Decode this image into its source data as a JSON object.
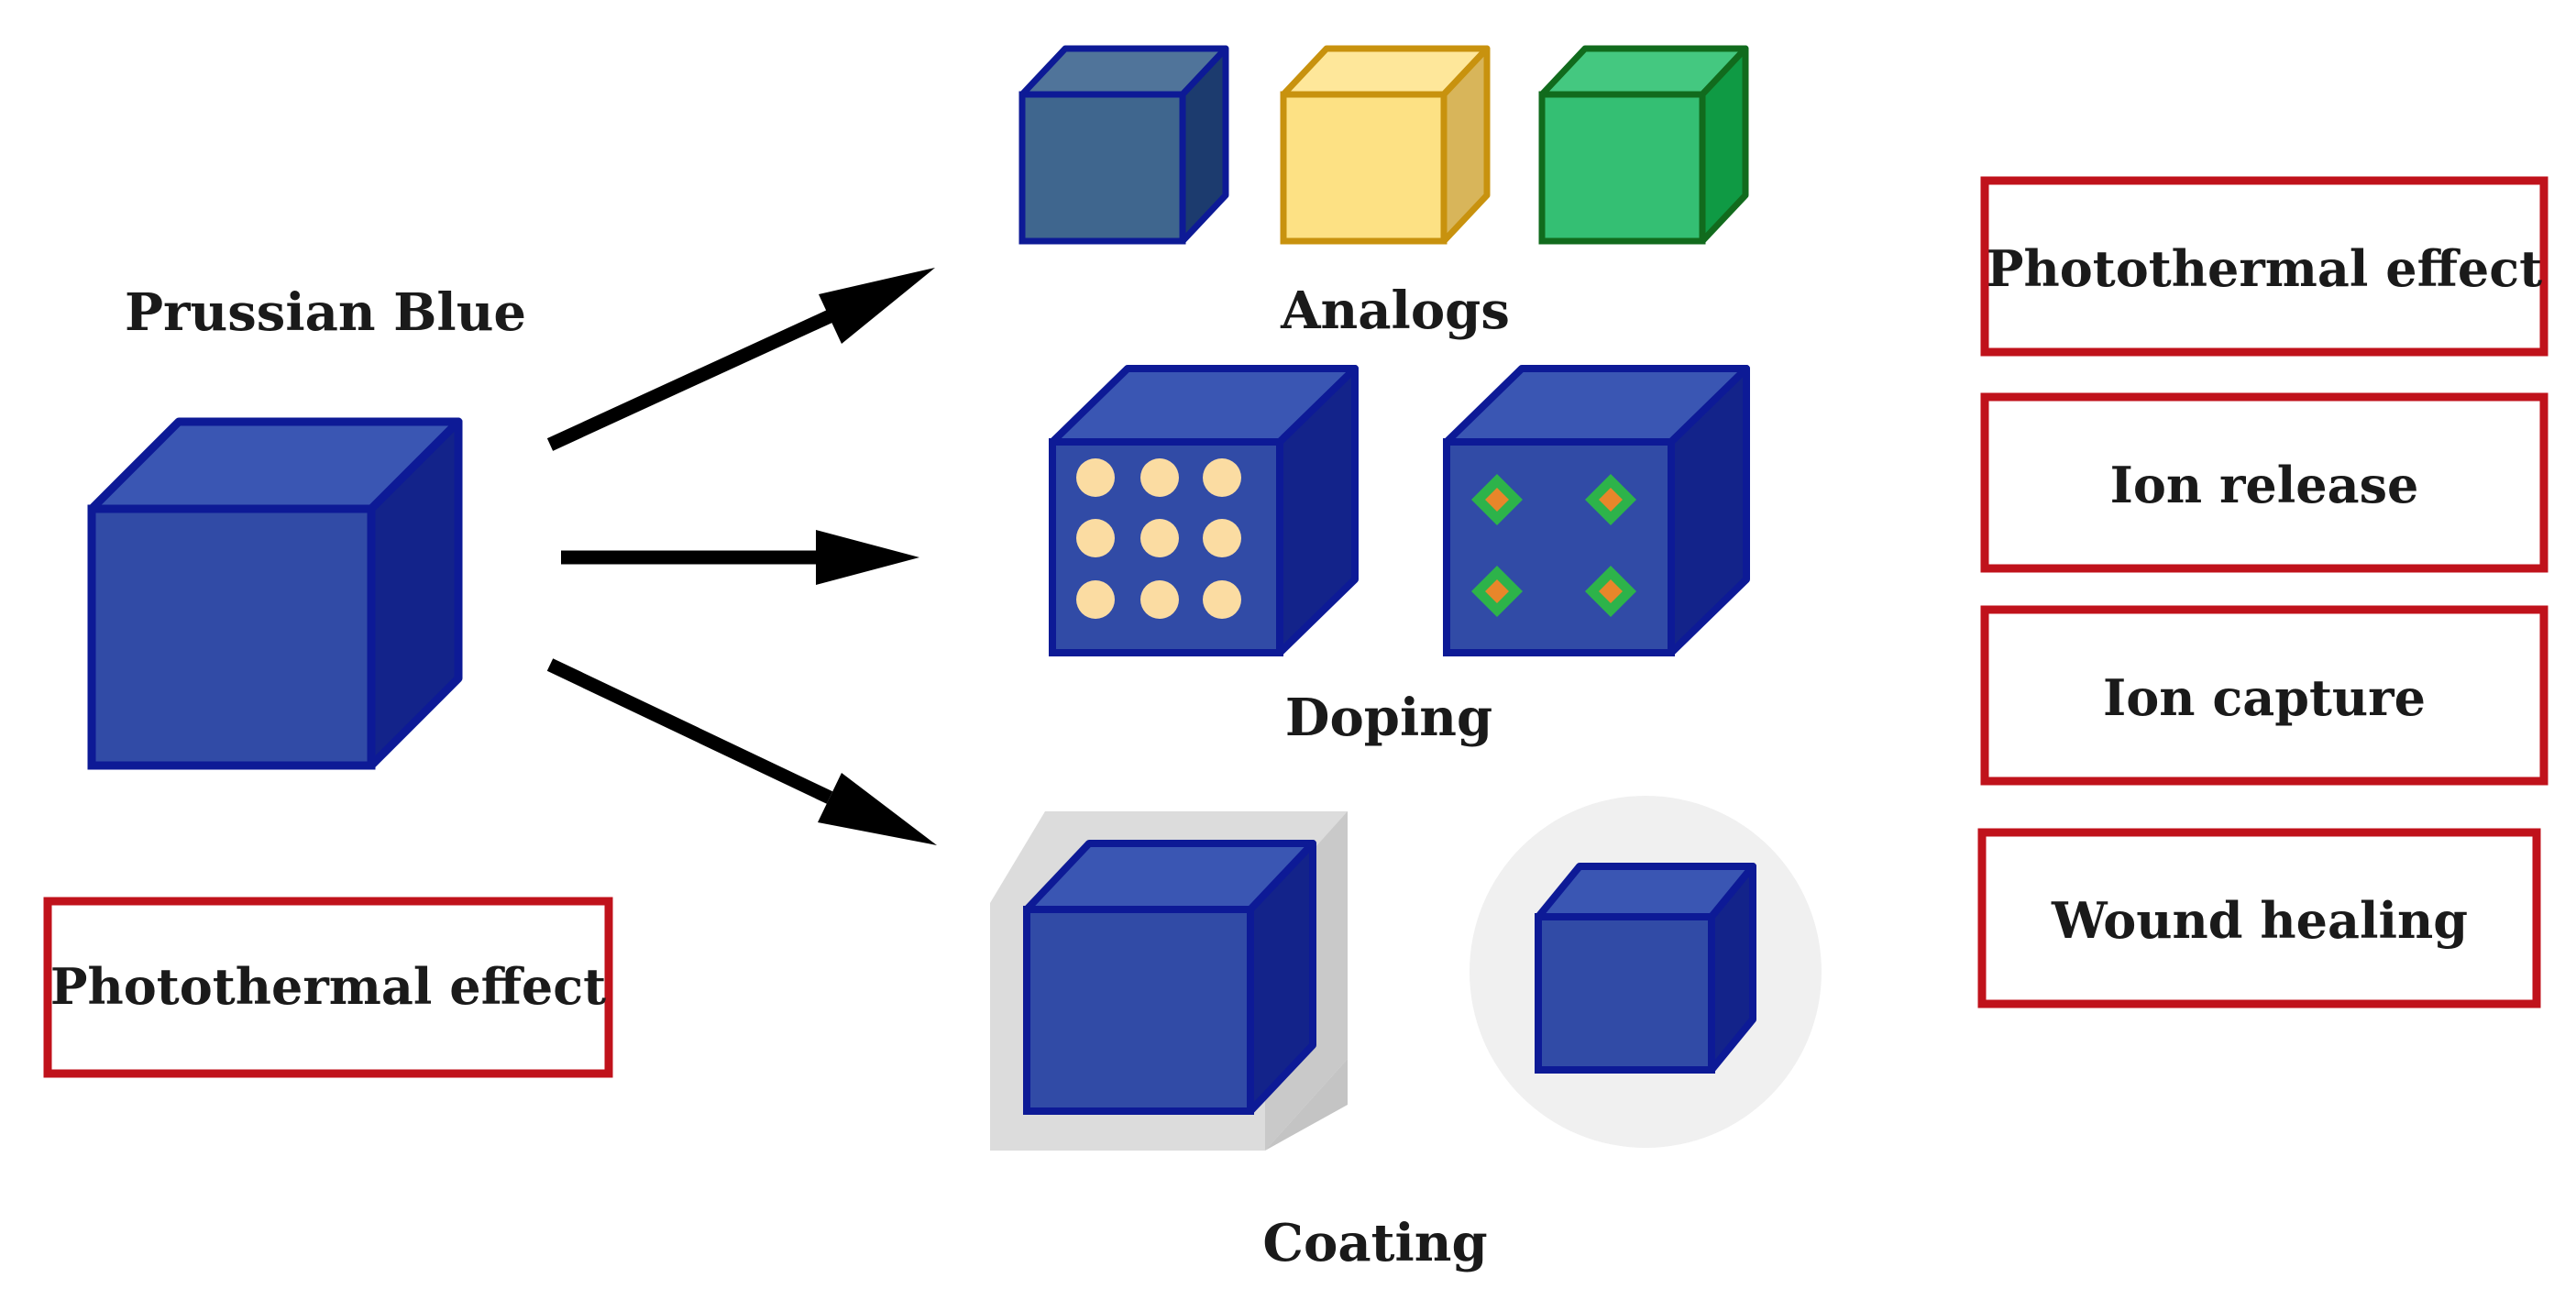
{
  "source": {
    "label": "Prussian Blue"
  },
  "left_box": {
    "label": "Photothermal effect"
  },
  "groups": [
    {
      "label": "Analogs"
    },
    {
      "label": "Doping"
    },
    {
      "label": "Coating"
    }
  ],
  "properties": [
    {
      "label": "Photothermal effect"
    },
    {
      "label": "Ion release"
    },
    {
      "label": "Ion capture"
    },
    {
      "label": "Wound healing"
    }
  ],
  "colors": {
    "cube_front": "#314ba6",
    "cube_top": "#3a56b3",
    "cube_side": "#13238a",
    "cube_edge": "#0d1a96",
    "box_border": "#c0121b",
    "arrow": "#000000",
    "analog_blue_front": "#3f668e",
    "analog_yellow_front": "#fde184",
    "analog_green_front": "#34bf73",
    "dot_fill": "#fbdca2",
    "dopant_outer": "#2db34a",
    "dopant_inner": "#e8862a",
    "coating_shell": "#dcdcdc",
    "coating_circle": "#f0f0f0"
  }
}
